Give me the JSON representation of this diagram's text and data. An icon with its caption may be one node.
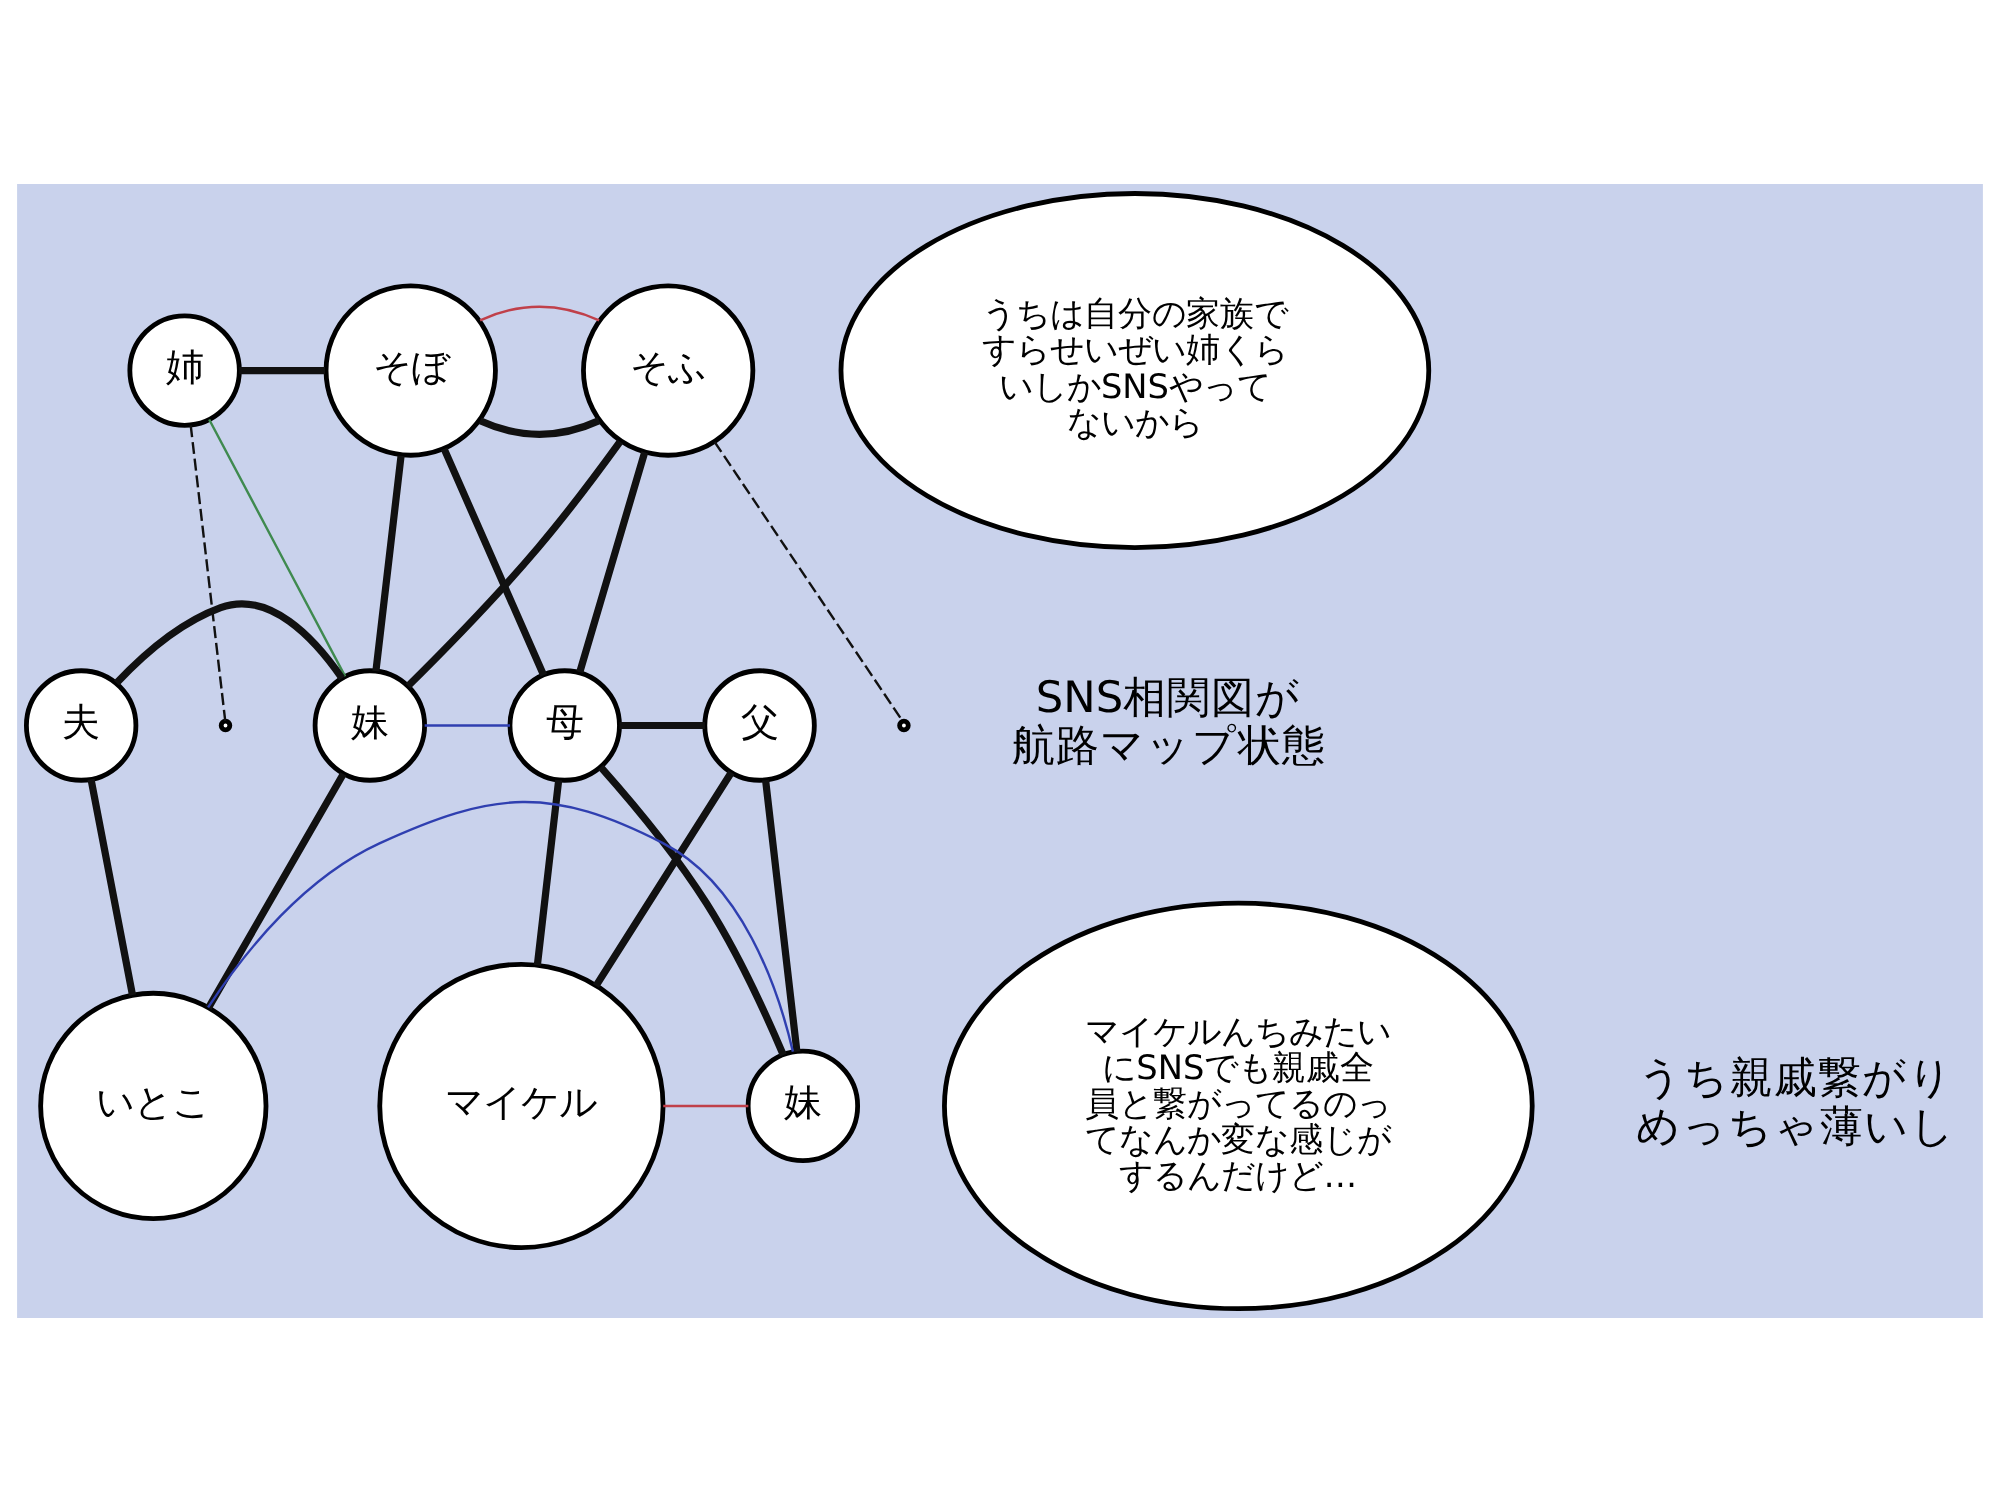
{
  "diagram": {
    "nodes": [
      {
        "text": [
          "姉"
        ]
      },
      {
        "text": [
          "そぼ"
        ]
      },
      {
        "text": [
          "そふ"
        ]
      },
      {
        "text": [
          "夫"
        ]
      },
      {
        "text": [
          "妹"
        ]
      },
      {
        "text": [
          "母"
        ]
      },
      {
        "text": [
          "父"
        ]
      },
      {
        "text": [
          "いとこ"
        ]
      },
      {
        "text": [
          "妹"
        ]
      },
      {
        "text": [
          "マイケル"
        ]
      },
      {
        "text": [
          "うちは自分の家族ですらせいぜい姉くらいしかSNSやってないから"
        ]
      },
      {
        "text": [
          "マイケルんちみたいにSNSでも親戚全員と繋がってるのってなんか変な感じがするんだけど…"
        ]
      }
    ],
    "edges": [
      {
        "from": 0,
        "to": 1,
        "arrow": "none"
      },
      {
        "from": 0,
        "to": null,
        "arrow": "none",
        "style": "dashed"
      },
      {
        "from": 1,
        "to": 2,
        "arrow": "none"
      },
      {
        "from": 2,
        "to": null,
        "arrow": "none",
        "style": "dashed"
      },
      {
        "from": 1,
        "to": 4,
        "arrow": "none"
      },
      {
        "from": 2,
        "to": 4,
        "arrow": "none"
      },
      {
        "from": 1,
        "to": 5,
        "arrow": "none"
      },
      {
        "from": 2,
        "to": 5,
        "arrow": "none"
      },
      {
        "from": 3,
        "to": 4,
        "arrow": "none"
      },
      {
        "from": 5,
        "to": 6,
        "arrow": "none"
      },
      {
        "from": 3,
        "to": 7,
        "arrow": "none"
      },
      {
        "from": 4,
        "to": 7,
        "arrow": "none"
      },
      {
        "from": 5,
        "to": 8,
        "arrow": "none"
      },
      {
        "from": 6,
        "to": 8,
        "arrow": "none"
      },
      {
        "from": 5,
        "to": 9,
        "arrow": "none"
      },
      {
        "from": 6,
        "to": 9,
        "arrow": "none"
      },
      {
        "from": 4,
        "to": 5,
        "arrow": "none",
        "color": "#2f3fb0"
      },
      {
        "from": 0,
        "to": 4,
        "arrow": "none",
        "color": "#3f8a4f"
      },
      {
        "from": 7,
        "to": 8,
        "arrow": "none",
        "color": "#2f3fb0"
      },
      {
        "from": 8,
        "to": 9,
        "arrow": "none",
        "color": "#c0404a"
      },
      {
        "from": 1,
        "to": 2,
        "arrow": "none",
        "color": "#c0404a"
      }
    ],
    "labels": [
      "SNS相関図が航路マップ状態",
      "うち親戚繋がりめっちゃ薄いし"
    ]
  }
}
